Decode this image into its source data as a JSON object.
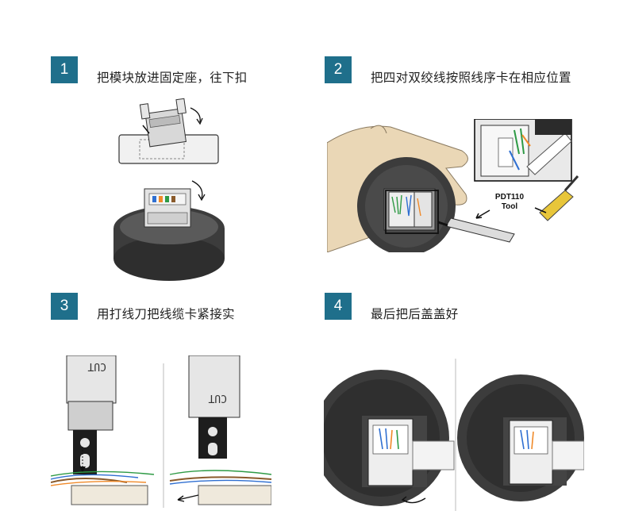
{
  "steps": [
    {
      "number": "1",
      "text": "把模块放进固定座，往下扣"
    },
    {
      "number": "2",
      "text": "把四对双绞线按照线序卡在相应位置"
    },
    {
      "number": "3",
      "text": "用打线刀把线缆卡紧接实"
    },
    {
      "number": "4",
      "text": "最后把后盖盖好"
    }
  ],
  "tool_label": {
    "line1": "PDT110",
    "line2": "Tool"
  },
  "colors": {
    "badge": "#1f6f8b",
    "housing": "#3c3c3c",
    "hand": "#ead7b6"
  }
}
